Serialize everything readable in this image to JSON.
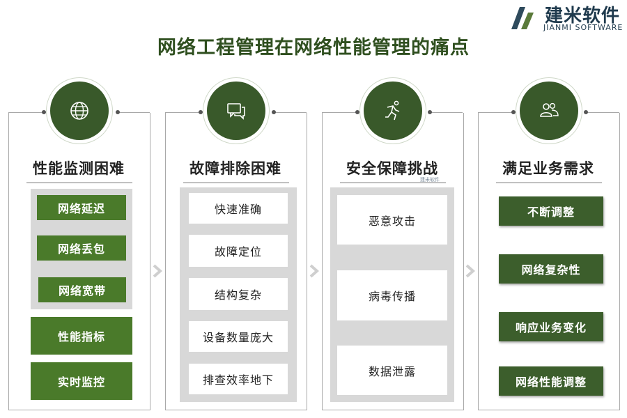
{
  "brand": {
    "name_cn": "建米软件",
    "name_en": "JIANMI SOFTWARE",
    "watermark": "建米软件"
  },
  "title": "网络工程管理在网络性能管理的痛点",
  "columns": [
    {
      "heading": "性能监测困难",
      "icon": "globe-icon",
      "items": [
        "网络延迟",
        "网络丢包",
        "网络宽带",
        "性能指标",
        "实时监控"
      ]
    },
    {
      "heading": "故障排除困难",
      "icon": "chat-icon",
      "items": [
        "快速准确",
        "故障定位",
        "结构复杂",
        "设备数量庞大",
        "排查效率地下"
      ]
    },
    {
      "heading": "安全保障挑战",
      "icon": "runner-icon",
      "items": [
        "恶意攻击",
        "病毒传播",
        "数据泄露"
      ]
    },
    {
      "heading": "满足业务需求",
      "icon": "users-icon",
      "items": [
        "不断调整",
        "网络复杂性",
        "响应业务变化",
        "网络性能调整"
      ]
    }
  ],
  "colors": {
    "dark_green": "#39592a",
    "button_green": "#4a7a2a",
    "button_dark": "#3c5e2c",
    "gray_panel": "#d8d8d8"
  }
}
